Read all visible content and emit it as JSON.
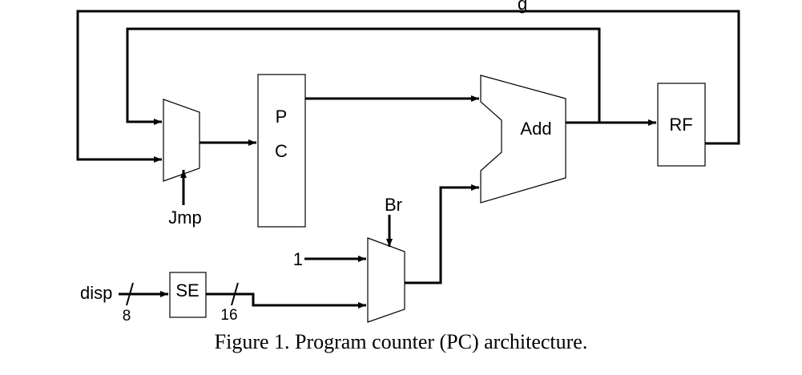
{
  "diagram": {
    "pc_label_top": "P",
    "pc_label_bottom": "C",
    "adder_label": "Add",
    "regfile_label": "RF",
    "sign_extend_label": "SE",
    "jmp_label": "Jmp",
    "br_label": "Br",
    "const_one_label": "1",
    "disp_label": "disp",
    "width_in": "8",
    "width_out": "16",
    "clipped_top_text": "g"
  },
  "caption": "Figure 1. Program counter (PC) architecture."
}
